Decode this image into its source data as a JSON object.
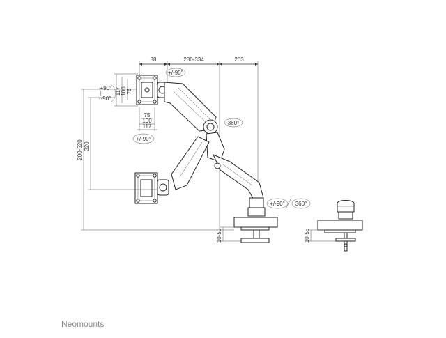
{
  "dimensions": {
    "offset_88": "88",
    "arm_280_334": "280-334",
    "arm_203": "203",
    "tilt_pm90": "+/-90°",
    "tilt_plus90": "+90°",
    "tilt_minus90": "-90°",
    "vesa_v117": "117",
    "vesa_v100": "100",
    "vesa_v75": "75",
    "vesa_h75": "75",
    "vesa_h100": "100",
    "vesa_h117": "117",
    "rotate_pm90_mid": "+/-90°",
    "swivel_360_top": "360°",
    "height_200_520": "200-520",
    "height_320": "320",
    "clamp_10_50": "10-50",
    "base_pm90": "+/-90°",
    "base_360": "360°",
    "grommet_10_55": "10-55"
  },
  "brand": "Neomounts"
}
